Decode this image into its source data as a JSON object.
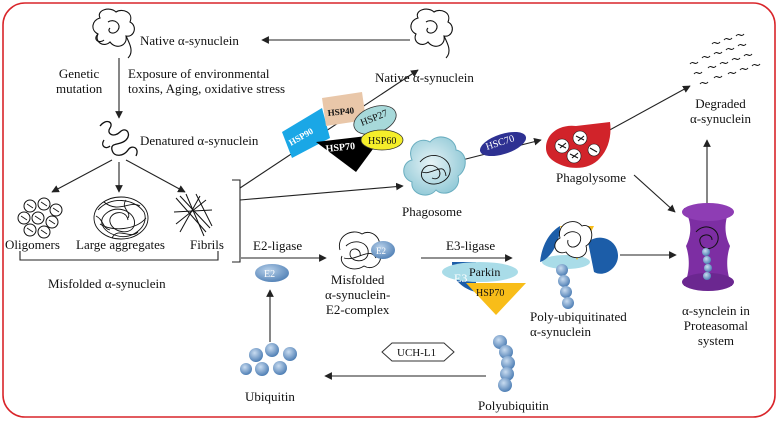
{
  "labels": {
    "native_top": "Native α-synuclein",
    "genetic": "Genetic\nmutation",
    "exposure": "Exposure of environmental\ntoxins, Aging, oxidative stress",
    "native_right": "Native α-synuclein",
    "denatured": "Denatured α-synuclein",
    "oligomers": "Oligomers",
    "large_aggregates": "Large aggregates",
    "fibrils": "Fibrils",
    "misfolded": "Misfolded α-synuclein",
    "e2_ligase": "E2-ligase",
    "misfolded_complex": "Misfolded\nα-synuclein-\nE2-complex",
    "e3_ligase": "E3-ligase",
    "phagosome": "Phagosome",
    "phagolysome": "Phagolysome",
    "degraded": "Degraded\nα-synuclein",
    "poly_ubiq": "Poly-ubiquitinated\nα-synuclein",
    "proteasomal": "α-synclein in\nProteasomal\nsystem",
    "ubiquitin": "Ubiquitin",
    "polyubiquitin": "Polyubiquitin"
  },
  "chaperones": {
    "hsp90": "HSP90",
    "hsp40": "HSP40",
    "hsp70": "HSP70",
    "hsp27": "HSP27",
    "hsp60": "HSP60"
  },
  "enzymes": {
    "hsc70": "HSC70",
    "e2_ellipse": "E2",
    "e2_small": "E2",
    "e3": "E3",
    "parkin": "Parkin",
    "hsp70_tri": "HSP70",
    "uch_l1": "UCH-L1"
  },
  "colors": {
    "border": "#d9252a",
    "hsp90": "#1aa7e6",
    "hsp40": "#e9c7a9",
    "hsp70": "#000000",
    "hsp27": "#a7d9da",
    "hsp60": "#f5ee2a",
    "hsc70": "#2e3192",
    "e3": "#1c5da8",
    "parkin": "#a9dce8",
    "hsp70_tri": "#f8bd19",
    "phagolysome": "#d1232a",
    "proteasome": "#7d2ea3",
    "ubiquitin": "#6e95c3"
  }
}
